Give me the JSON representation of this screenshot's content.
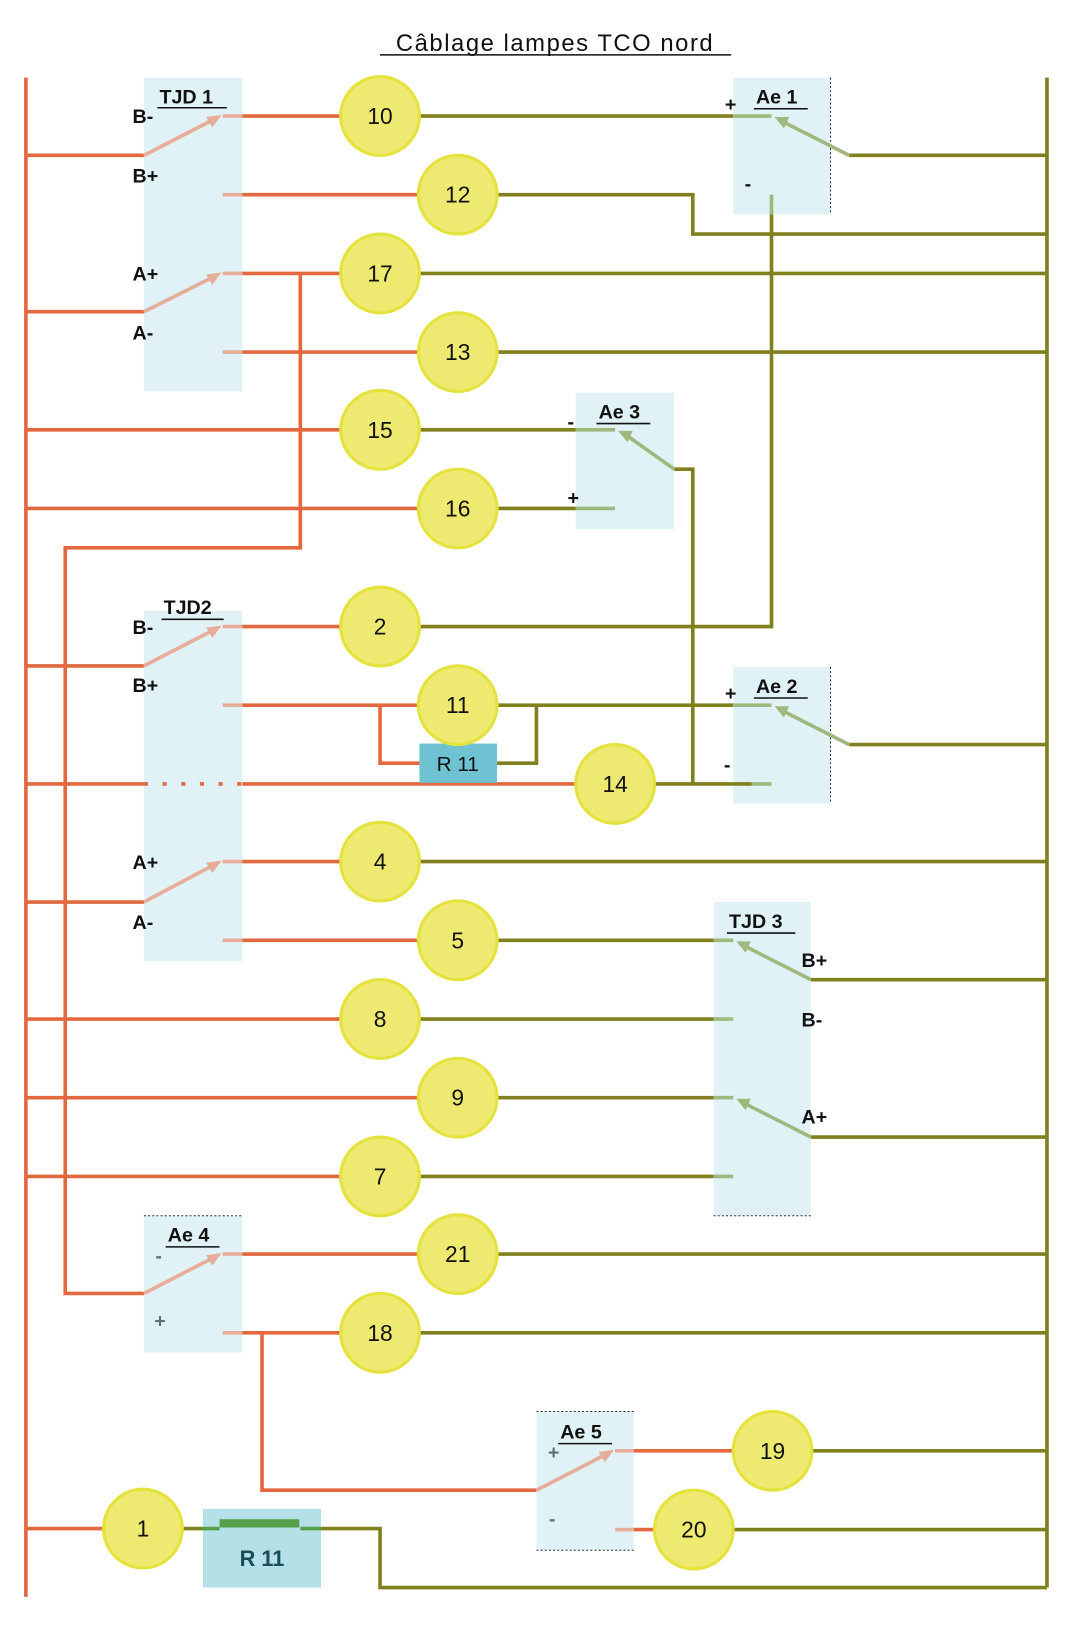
{
  "title": "Câblage lampes TCO nord",
  "switches": {
    "tjd1": {
      "label": "TJD 1",
      "pins": [
        "B-",
        "B+",
        "A+",
        "A-"
      ]
    },
    "tjd2": {
      "label": "TJD2",
      "pins": [
        "B-",
        "B+",
        "A+",
        "A-"
      ]
    },
    "tjd3": {
      "label": "TJD 3",
      "pins": [
        "B+",
        "B-",
        "A+"
      ]
    },
    "ae1": {
      "label": "Ae 1",
      "pins": [
        "+",
        "-"
      ]
    },
    "ae2": {
      "label": "Ae 2",
      "pins": [
        "+",
        "-"
      ]
    },
    "ae3": {
      "label": "Ae 3",
      "pins": [
        "-",
        "+"
      ]
    },
    "ae4": {
      "label": "Ae 4",
      "pins": [
        "-",
        "+"
      ]
    },
    "ae5": {
      "label": "Ae 5",
      "pins": [
        "+",
        "-"
      ]
    }
  },
  "lamps": [
    "10",
    "12",
    "17",
    "13",
    "15",
    "16",
    "2",
    "11",
    "14",
    "4",
    "5",
    "8",
    "9",
    "7",
    "21",
    "18",
    "19",
    "20",
    "1"
  ],
  "resistors": [
    "R 11",
    "R 11"
  ],
  "colors": {
    "negative_wire": "#e2683f",
    "positive_wire": "#80801e",
    "lamp_fill": "#eee970",
    "switch_box": "#e1f2f6",
    "resistor": "#6ec2d1"
  }
}
